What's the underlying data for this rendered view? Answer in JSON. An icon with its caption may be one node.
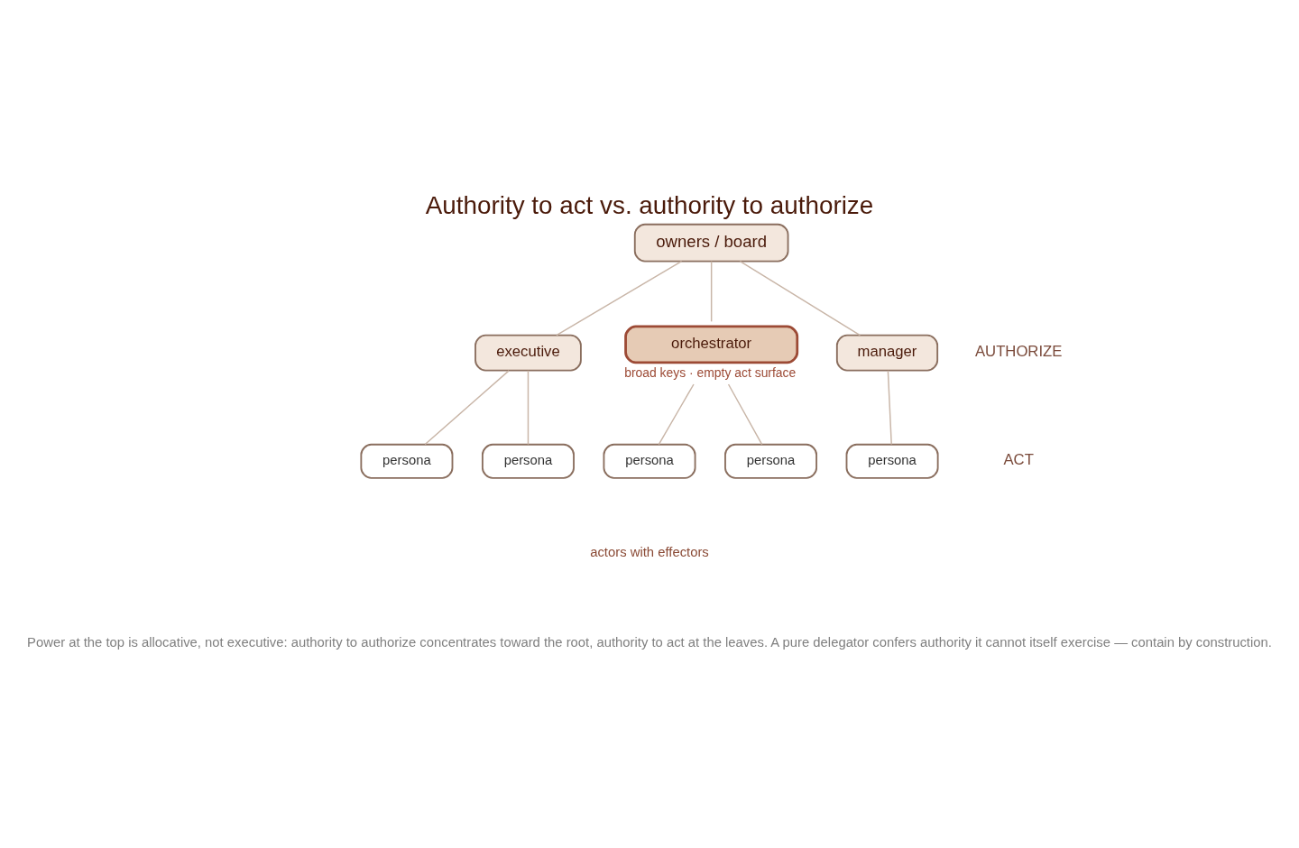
{
  "diagram": {
    "title": "Authority to act vs. authority to authorize",
    "caption": "Power at the top is allocative, not executive: authority to authorize concentrates toward the root, authority to act at the leaves. A pure delegator confers authority it cannot itself exercise — contain by construction.",
    "nodes": [
      {
        "text": [
          "owners / board"
        ]
      },
      {
        "text": [
          "executive"
        ]
      },
      {
        "text": [
          "orchestrator"
        ],
        "beside": [
          "broad keys · empty act surface"
        ]
      },
      {
        "text": [
          "manager"
        ]
      },
      {
        "text": [
          "persona"
        ]
      },
      {
        "text": [
          "persona"
        ]
      },
      {
        "text": [
          "persona"
        ]
      },
      {
        "text": [
          "persona"
        ]
      },
      {
        "text": [
          "persona"
        ]
      }
    ],
    "edges": [
      {
        "from": 0,
        "to": 1,
        "arrow": "none"
      },
      {
        "from": 0,
        "to": 2,
        "arrow": "none"
      },
      {
        "from": 0,
        "to": 3,
        "arrow": "none"
      },
      {
        "from": 1,
        "to": 4,
        "arrow": "none"
      },
      {
        "from": 1,
        "to": 5,
        "arrow": "none"
      },
      {
        "from": 2,
        "to": 6,
        "arrow": "none"
      },
      {
        "from": 2,
        "to": 7,
        "arrow": "none"
      },
      {
        "from": 3,
        "to": 8,
        "arrow": "none"
      }
    ],
    "labels": [
      "AUTHORIZE",
      "ACT",
      "actors with effectors"
    ]
  }
}
